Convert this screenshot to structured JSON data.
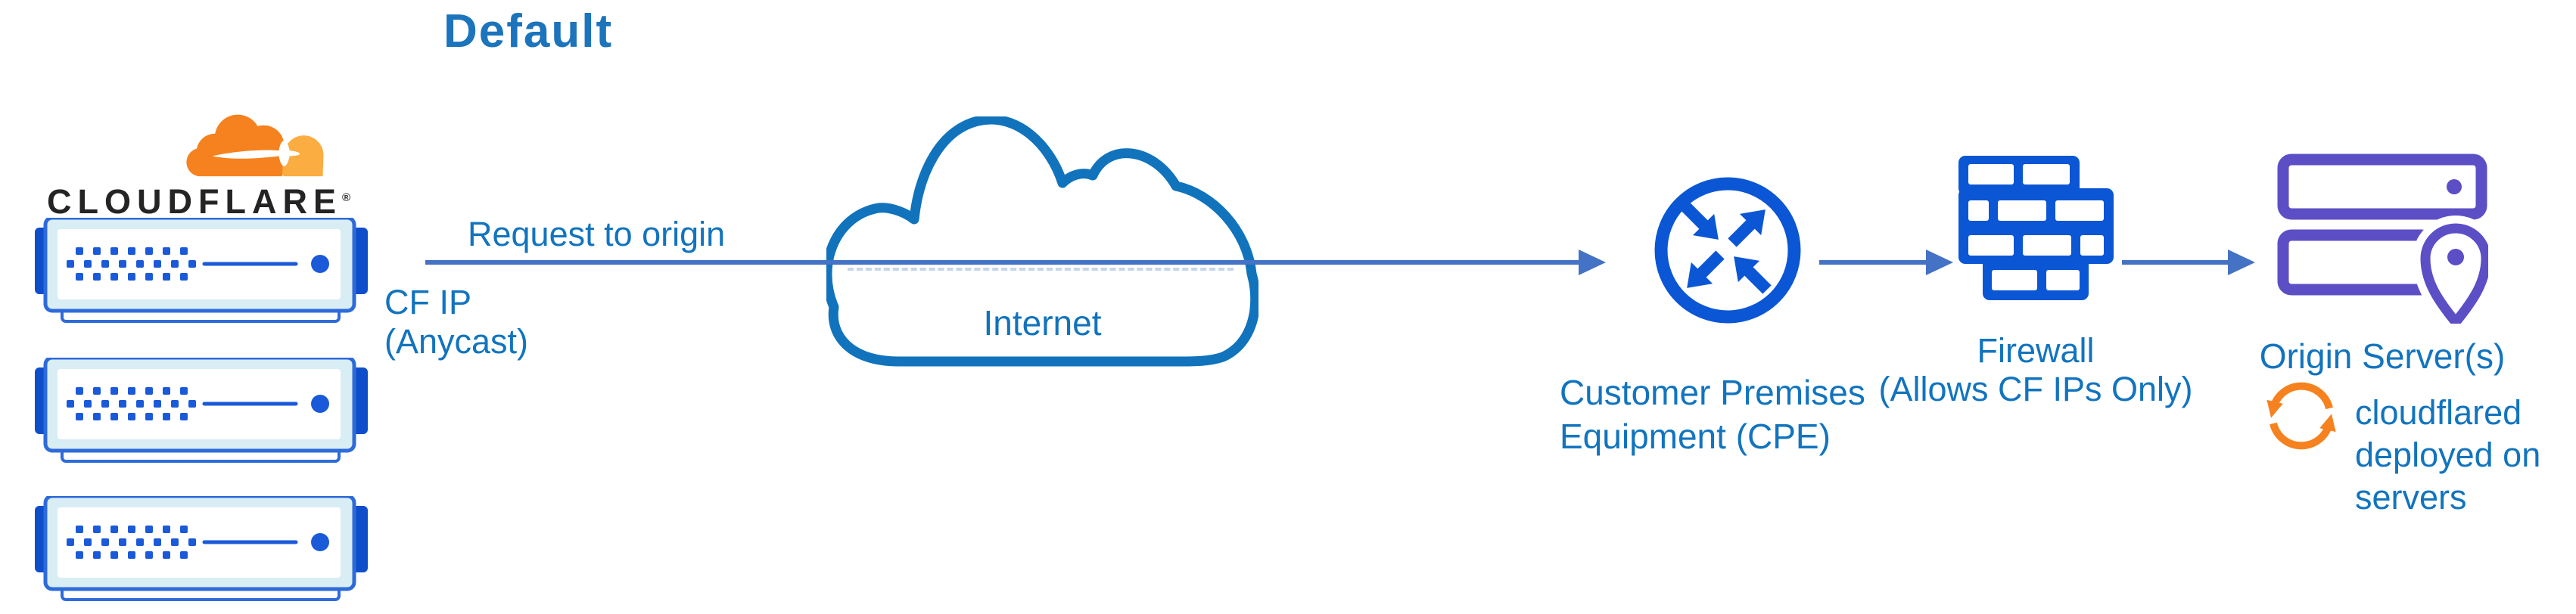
{
  "title": "Default",
  "brand": {
    "wordmark": "CLOUDFLARE",
    "registered": "®"
  },
  "flow": {
    "request_label": "Request to origin",
    "cf_ip_lines": [
      "CF IP",
      "(Anycast)"
    ]
  },
  "nodes": {
    "internet": {
      "label": "Internet"
    },
    "cpe": {
      "lines": [
        "Customer Premises",
        "Equipment (CPE)"
      ]
    },
    "firewall": {
      "lines": [
        "Firewall",
        "(Allows CF IPs Only)"
      ]
    },
    "origin": {
      "label": "Origin Server(s)"
    },
    "cloudflared": {
      "lines": [
        "cloudflared",
        "deployed on",
        "servers"
      ]
    }
  },
  "colors": {
    "title_blue": "#1B74BC",
    "label_blue": "#1274BE",
    "arrow_blue": "#4472C4",
    "icon_blue": "#0B56D4",
    "cloud_outline_blue": "#1173BC",
    "rack_border_blue": "#2E6BDA",
    "rack_fill_light": "#D9EDF5",
    "rack_ear_blue": "#0F4ECB",
    "rack_detail_blue": "#1A5AD8",
    "origin_purple": "#5C4FC5",
    "cloudflare_orange": "#F6821F",
    "cloudflare_orange_light": "#FBAD41",
    "wordmark_black": "#242424"
  }
}
